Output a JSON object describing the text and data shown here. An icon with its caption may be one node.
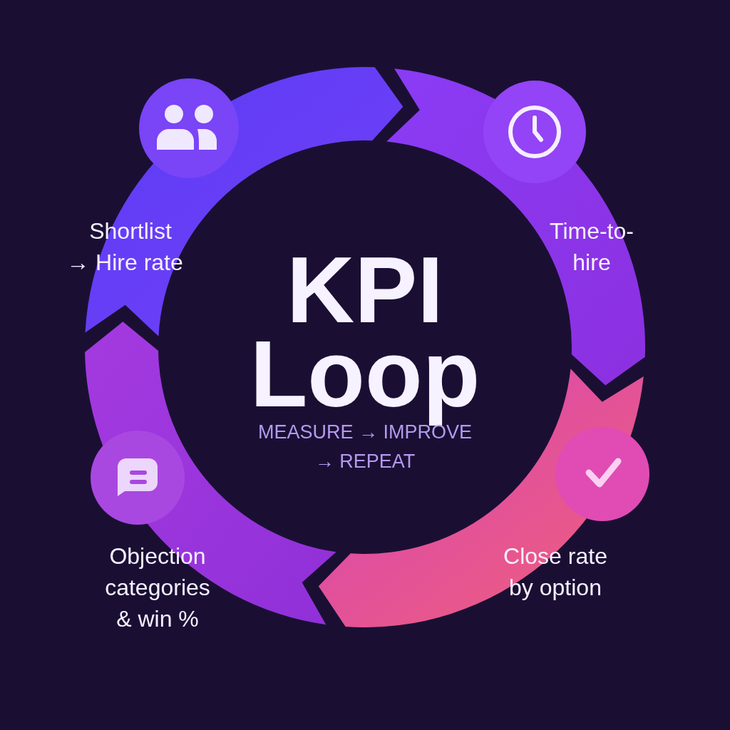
{
  "diagram": {
    "title": "KPI Loop",
    "nodes": [
      {
        "text": [
          "Shortlist → Hire rate"
        ]
      },
      {
        "text": [
          "Time-to-hire"
        ]
      },
      {
        "text": [
          "Close rate by option"
        ]
      },
      {
        "text": [
          "Objection categories & win %"
        ]
      }
    ],
    "labels": [
      "MEASURE → IMPROVE → REPEAT"
    ]
  }
}
